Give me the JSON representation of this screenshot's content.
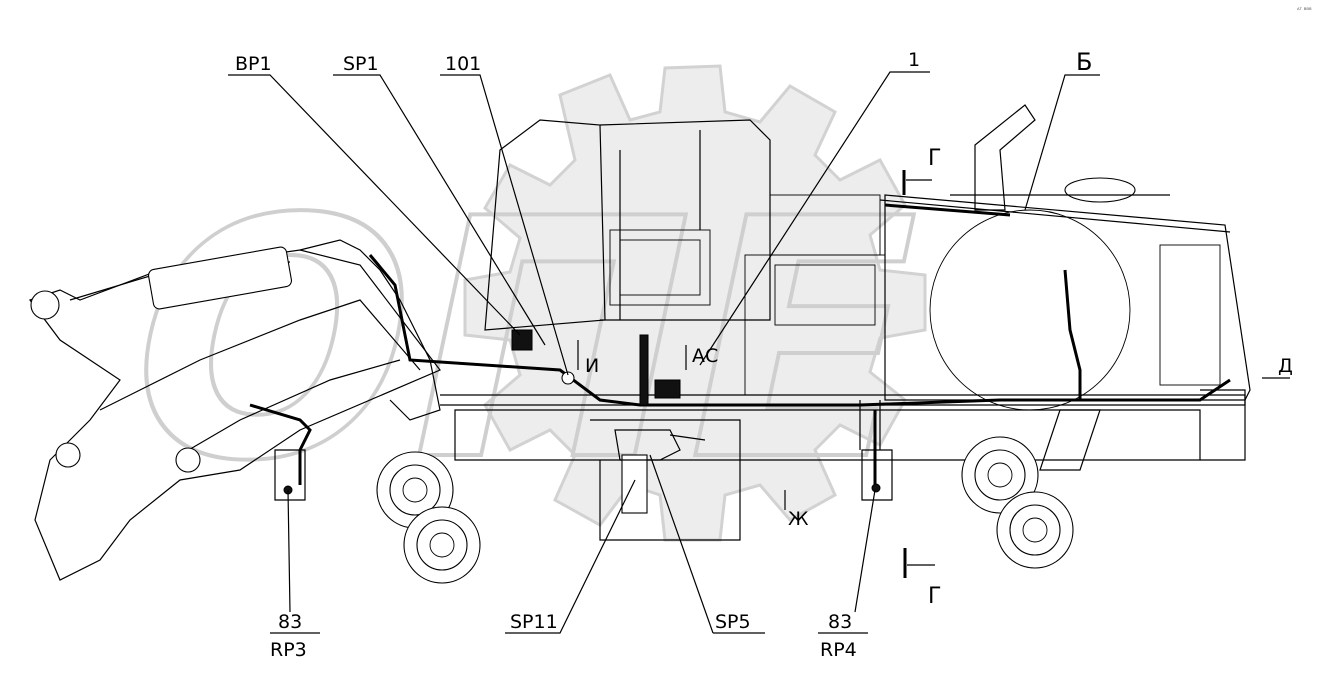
{
  "drawing": {
    "labels": {
      "bp1": "BP1",
      "sp1": "SP1",
      "n101": "101",
      "n1": "1",
      "b": "Б",
      "g_top": "Г",
      "g_bottom": "Г",
      "i": "И",
      "ac": "АС",
      "d": "Д",
      "zh": "Ж",
      "n83_left": "83",
      "rp3": "RP3",
      "sp11": "SP11",
      "sp5": "SP5",
      "n83_right": "83",
      "rp4": "RP4"
    },
    "corner_mark": "ᴬᵀ ᴮᴮᴮ"
  }
}
